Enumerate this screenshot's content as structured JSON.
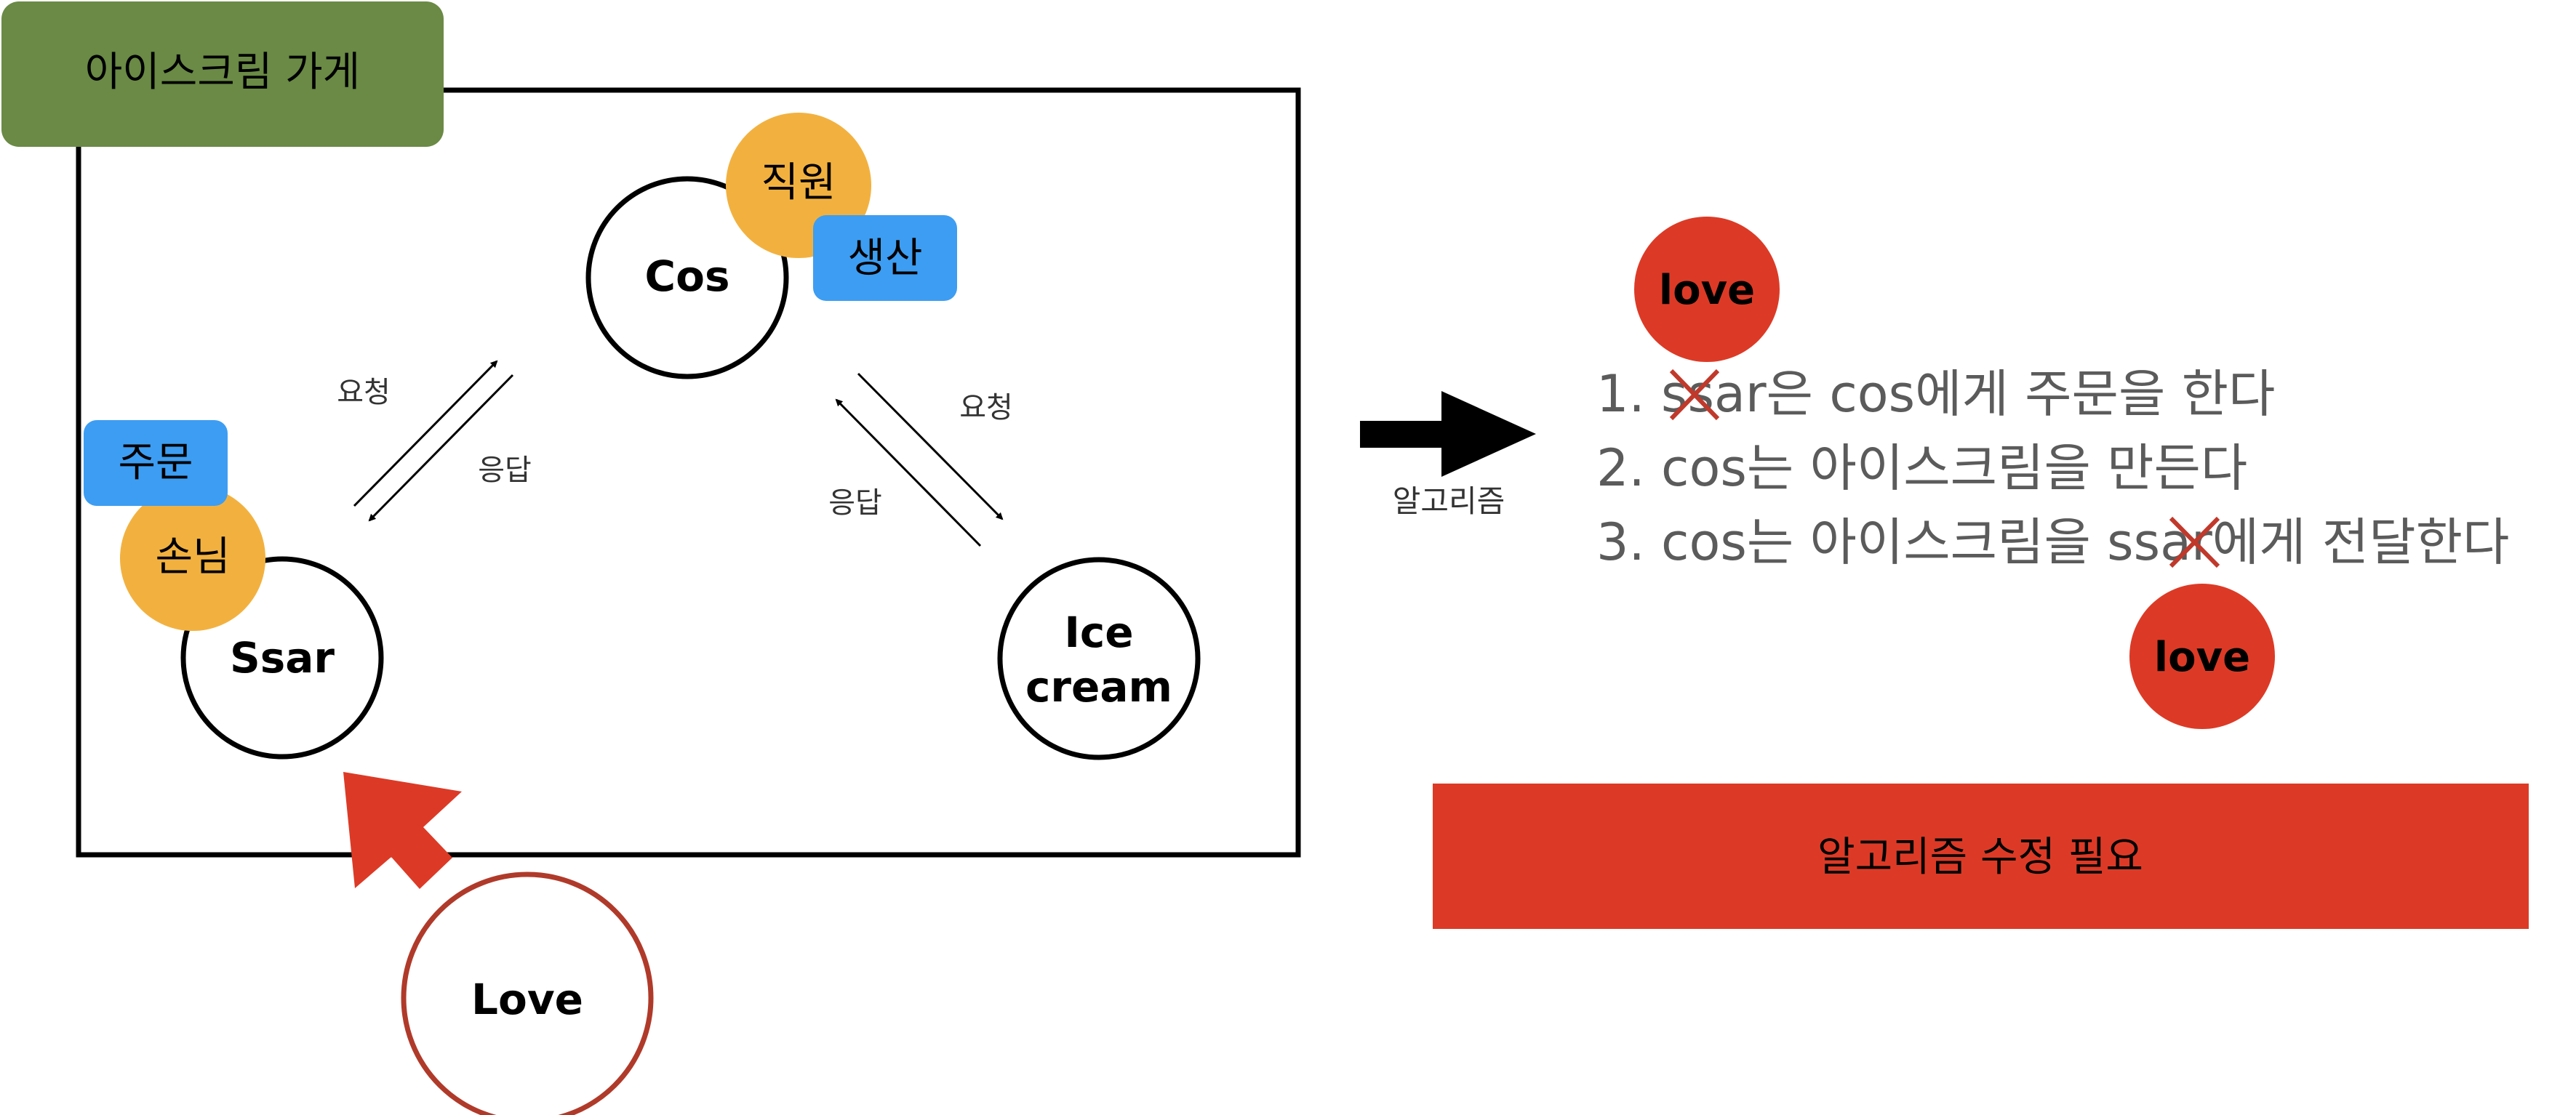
{
  "store": {
    "title": "아이스크림 가게",
    "title_bg": "#6a8a45",
    "nodes": {
      "cos": "Cos",
      "ssar": "Ssar",
      "icecream_line1": "Ice",
      "icecream_line2": "cream",
      "love": "Love"
    },
    "badges": {
      "staff": "직원",
      "produce": "생산",
      "order": "주문",
      "customer": "손님"
    },
    "edges": {
      "left_request": "요청",
      "left_response": "응답",
      "right_request": "요청",
      "right_response": "응답"
    }
  },
  "algorithm": {
    "arrow_label": "알고리즘",
    "love_top": "love",
    "love_bottom": "love",
    "steps": {
      "s1_num": "1. ",
      "s1_struck": "ssar",
      "s1_rest": "은 cos에게 주문을 한다",
      "s2": "2. cos는 아이스크림을 만든다",
      "s3_pre": "3. cos는 아이스크림을 ",
      "s3_struck": "ssar",
      "s3_rest": "에게 전달한다"
    },
    "banner": "알고리즘 수정 필요"
  },
  "colors": {
    "orange": "#f2b13f",
    "blue": "#3d9df2",
    "red": "#dc3a26",
    "love_ring": "#b03a2a",
    "gray_text": "#5b5b5b"
  }
}
